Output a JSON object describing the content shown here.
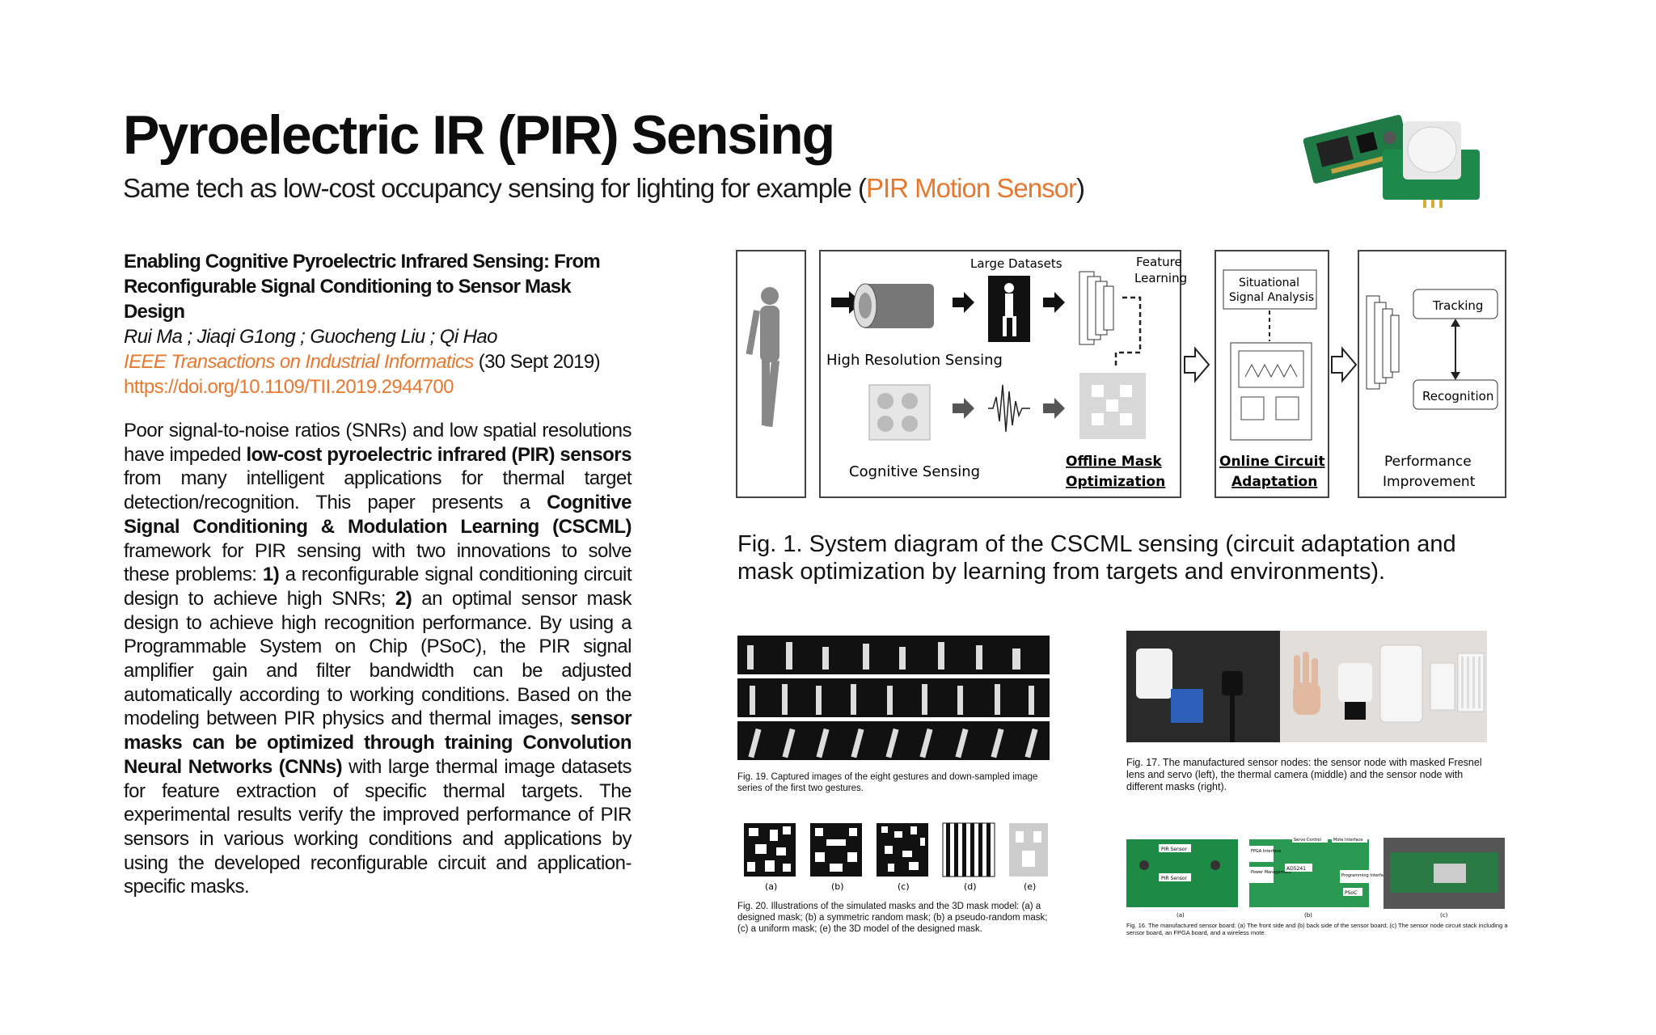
{
  "slide": {
    "title": "Pyroelectric IR (PIR) Sensing",
    "subtitle_pre": "Same tech as low-cost occupancy sensing for lighting for example (",
    "subtitle_link": "PIR Motion Sensor",
    "subtitle_post": ")"
  },
  "reference": {
    "title": "Enabling Cognitive Pyroelectric Infrared Sensing: From Reconfigurable Signal Conditioning to Sensor Mask Design",
    "authors": "Rui Ma ; Jiaqi G1ong ; Guocheng Liu ; Qi Hao",
    "journal": "IEEE Transactions on Industrial Informatics",
    "date": " (30 Sept 2019)",
    "doi": "https://doi.org/10.1109/TII.2019.2944700"
  },
  "abstract": {
    "p1": "Poor signal-to-noise ratios (SNRs) and low spatial resolutions have impeded ",
    "b1": "low-cost pyroelectric infrared (PIR) sensors",
    "p2": " from many intelligent applications for thermal target detection/recognition. This paper presents a ",
    "b2": "Cognitive Signal Conditioning & Modulation Learning (CSCML)",
    "p3": " framework for PIR sensing with two innovations to solve these problems: ",
    "b3": "1)",
    "p4": " a reconfigurable signal conditioning circuit design to achieve high SNRs; ",
    "b4": "2)",
    "p5": " an optimal sensor mask design to achieve high recognition performance. By using a Programmable System on Chip (PSoC), the PIR signal amplifier gain and filter bandwidth can be adjusted automatically according to working conditions. Based on the modeling between PIR physics and thermal images, ",
    "b5": "sensor masks can be optimized through training Convolution Neural Networks (CNNs)",
    "p6": " with large thermal image datasets for feature extraction of specific thermal targets. The experimental results verify the improved performance of PIR sensors in various working conditions and applications by using the developed reconfigurable circuit and application-specific masks."
  },
  "fig1": {
    "large_datasets": "Large Datasets",
    "feature": "Feature",
    "learning": "Learning",
    "high_res": "High Resolution Sensing",
    "cognitive": "Cognitive Sensing",
    "offline1": "Offline Mask",
    "offline2": "Optimization",
    "situational1": "Situational",
    "situational2": "Signal Analysis",
    "online1": "Online Circuit",
    "online2": "Adaptation",
    "tracking": "Tracking",
    "recognition": "Recognition",
    "perf1": "Performance",
    "perf2": "Improvement",
    "caption1": "Fig. 1.  System diagram of the CSCML sensing (circuit adaptation and",
    "caption2": "mask optimization by learning from targets and environments)."
  },
  "fig19": {
    "caption": "Fig. 19.  Captured images of the eight gestures and down-sampled image series of the first two gestures."
  },
  "fig20": {
    "labels": [
      "(a)",
      "(b)",
      "(c)",
      "(d)",
      "(e)"
    ],
    "caption": "Fig. 20.  Illustrations of the simulated masks and the 3D mask model: (a) a designed mask; (b) a symmetric random mask; (b) a pseudo-random mask; (c) a uniform mask; (e) the 3D model of the designed mask."
  },
  "fig17": {
    "caption": "Fig. 17.  The manufactured sensor nodes: the sensor node with masked Fresnel lens and servo (left), the thermal camera (middle) and the sensor node with different masks (right)."
  },
  "fig16": {
    "labels": [
      "(a)",
      "(b)",
      "(c)"
    ],
    "board_labels": [
      "PIR Sensor",
      "PIR Sensor",
      "Servo Control",
      "Mote Interface",
      "FPGA Interface",
      "Power Management",
      "AD5241",
      "Programming Interface",
      "PSoC"
    ],
    "caption": "Fig. 16.  The manufactured sensor board: (a) The front side and (b) back side of the sensor board; (c) The sensor node circuit stack including a sensor board, an FPGA board, and a wireless mote."
  },
  "colors": {
    "accent": "#e8782f",
    "text": "#111111"
  }
}
